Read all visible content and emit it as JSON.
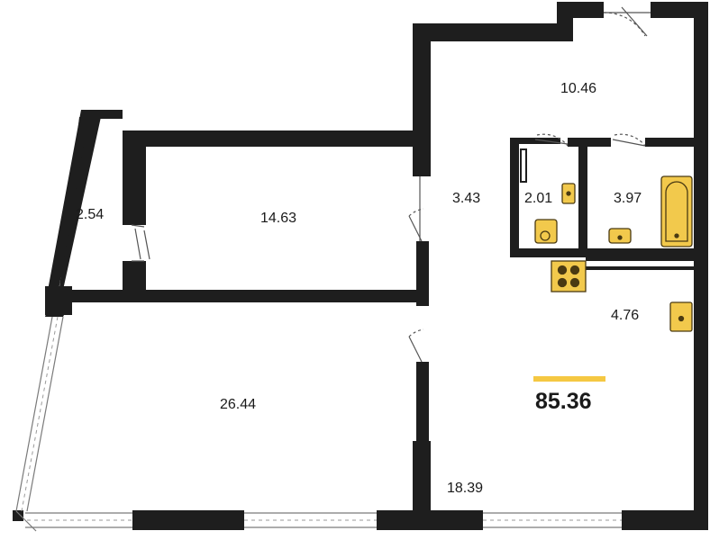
{
  "plan": {
    "total_area": "85.36",
    "rooms": [
      {
        "id": "hall",
        "area": "10.46"
      },
      {
        "id": "corridor",
        "area": "3.43"
      },
      {
        "id": "toilet",
        "area": "2.01"
      },
      {
        "id": "bathroom",
        "area": "3.97"
      },
      {
        "id": "kitchen-nook",
        "area": "4.76"
      },
      {
        "id": "living-room",
        "area": "18.39"
      },
      {
        "id": "bedroom-small",
        "area": "14.63"
      },
      {
        "id": "balcony",
        "area": "2.54"
      },
      {
        "id": "bedroom-large",
        "area": "26.44"
      }
    ]
  },
  "colors": {
    "wall": "#1e1e1e",
    "fixture_fill": "#f2c94c",
    "fixture_stroke": "#4a3a12",
    "accent_bar": "#f5c842",
    "door_line": "#555555"
  }
}
